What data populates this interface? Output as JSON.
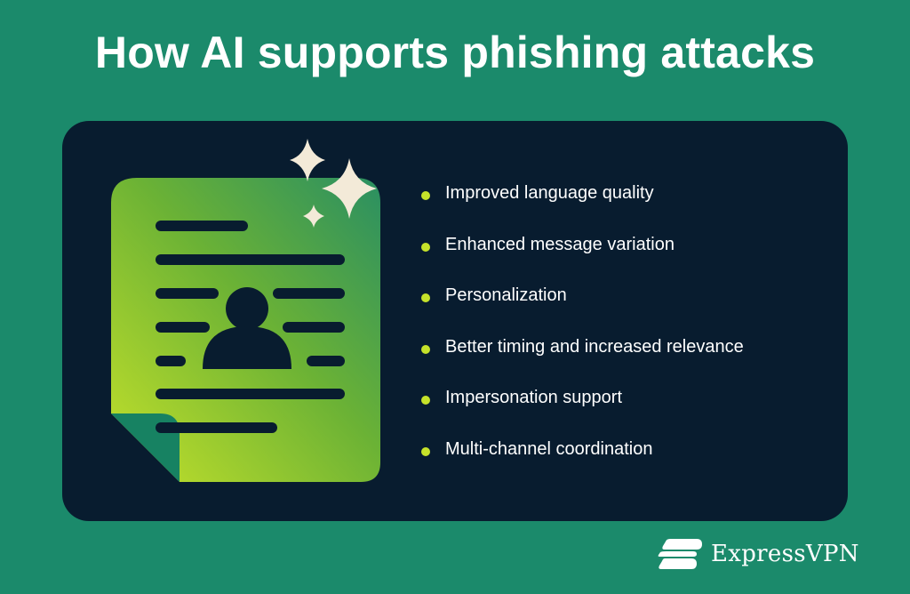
{
  "header": {
    "title": "How AI supports phishing attacks"
  },
  "points": [
    "Improved language quality",
    "Enhanced message variation",
    "Personalization",
    "Better timing and increased relevance",
    "Impersonation support",
    "Multi-channel coordination"
  ],
  "icons": [
    "document-icon",
    "sparkle-icon",
    "person-icon",
    "logo-mark-icon"
  ],
  "brand": {
    "name": "ExpressVPN"
  },
  "colors": {
    "background": "#1b8a6b",
    "card": "#081c2f",
    "bullet": "#c6e22a",
    "document_gradient_start": "#c6e22a",
    "document_gradient_end": "#2a8f62",
    "sparkle": "#f3ead8",
    "text": "#ffffff"
  }
}
